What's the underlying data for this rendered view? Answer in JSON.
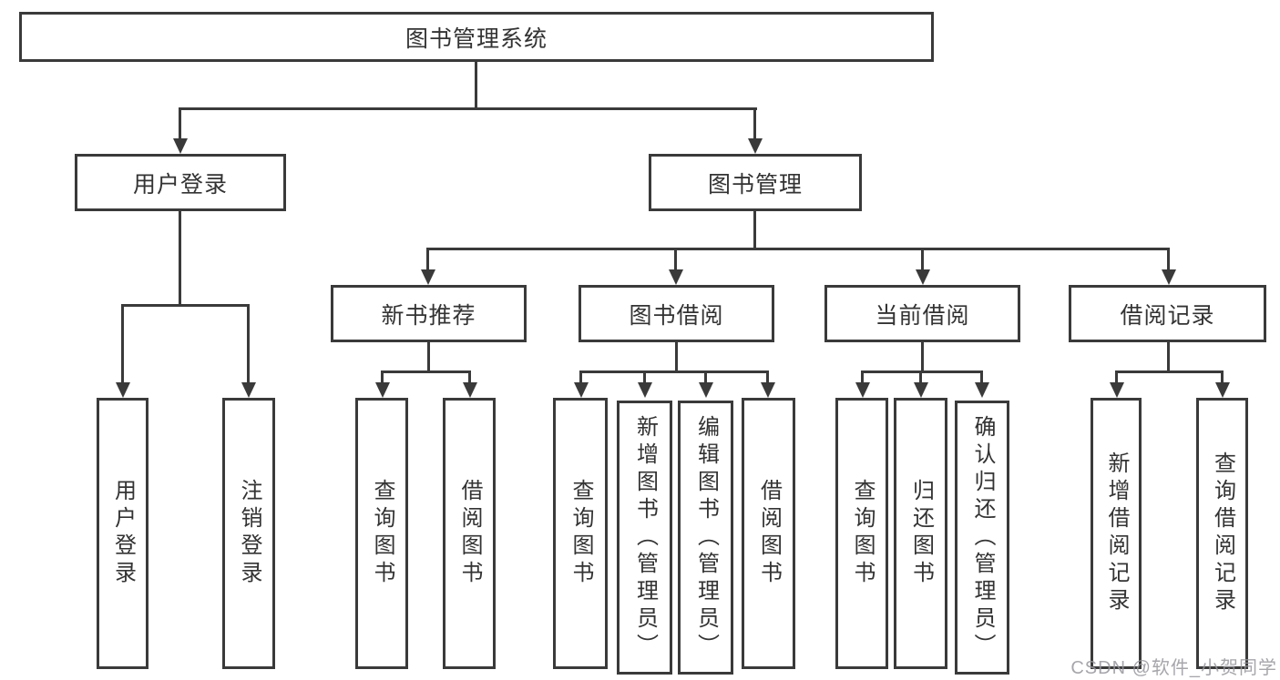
{
  "diagram": {
    "root": "图书管理系统",
    "level2": {
      "user_login": "用户登录",
      "book_mgmt": "图书管理"
    },
    "level3": {
      "new_book": "新书推荐",
      "book_borrow": "图书借阅",
      "current_borrow": "当前借阅",
      "borrow_record": "借阅记录"
    },
    "leaves": {
      "user_login": [
        "用户登录",
        "注销登录"
      ],
      "new_book": [
        "查询图书",
        "借阅图书"
      ],
      "book_borrow": [
        "查询图书",
        "新增图书（管理员）",
        "编辑图书（管理员）",
        "借阅图书"
      ],
      "current_borrow": [
        "查询图书",
        "归还图书",
        "确认归还（管理员）"
      ],
      "borrow_record": [
        "新增借阅记录",
        "查询借阅记录"
      ]
    }
  },
  "watermark": "CSDN @软件_小贺同学",
  "colors": {
    "border": "#3a3a3a",
    "text": "#333333",
    "background": "#ffffff",
    "watermark": "#96969c"
  }
}
